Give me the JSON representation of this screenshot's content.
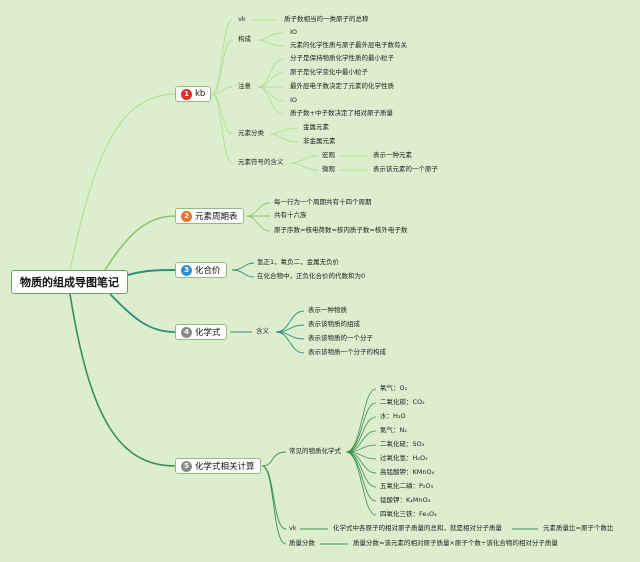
{
  "root": "物质的组成导图笔记",
  "branch1": {
    "num": "1",
    "label": "kb",
    "color": "#d9312b",
    "vk_key": "vk",
    "vk_val": "质子数相当的一类原子的总称",
    "goucheng_key": "构成",
    "goucheng_1": "IO",
    "goucheng_2": "元素的化学性质与原子最外层电子数有关",
    "zhuyi_key": "注意",
    "zhuyi_1": "分子是保持物质化学性质的最小粒子",
    "zhuyi_2": "原子是化学变化中最小粒子",
    "zhuyi_3": "最外层电子数决定了元素的化学性质",
    "zhuyi_4": "IO",
    "zhuyi_5": "质子数+中子数决定了相对原子质量",
    "fenlei_key": "元素分类",
    "fenlei_1": "金属元素",
    "fenlei_2": "非金属元素",
    "fuhao_key": "元素符号的含义",
    "hongguan": "宏观",
    "hongguan_val": "表示一种元素",
    "weiguan": "微观",
    "weiguan_val": "表示该元素的一个原子"
  },
  "branch2": {
    "num": "2",
    "label": "元素周期表",
    "color": "#e8732a",
    "items": [
      "每一行为一个周期共有十四个周期",
      "共有十六族",
      "原子序数=核电荷数=核内质子数=核外电子数"
    ]
  },
  "branch3": {
    "num": "3",
    "label": "化合价",
    "color": "#2d8fd5",
    "items": [
      "氢正1，氧负二，金属无负价",
      "在化合物中，正负化合价的代数和为0"
    ]
  },
  "branch4": {
    "num": "4",
    "label": "化学式",
    "color": "#8a8a8a",
    "key": "含义",
    "items": [
      "表示一种物质",
      "表示该物质的组成",
      "表示该物质的一个分子",
      "表示该物质一个分子的构成"
    ]
  },
  "branch5": {
    "num": "5",
    "label": "化学式相关计算",
    "color": "#8a8a8a",
    "common_key": "常见的物质化学式",
    "formulas": [
      "氧气：O₂",
      "二氧化碳：CO₂",
      "水：H₂O",
      "氮气：N₂",
      "二氧化硫：SO₂",
      "过氧化氢：H₂O₂",
      "高锰酸钾：KMnO₄",
      "五氧化二磷：P₂O₅",
      "锰酸钾：K₂MnO₄",
      "四氧化三铁：Fe₃O₄"
    ],
    "vk_key": "vk",
    "vk_val": "化学式中各原子的相对原子质量的总和，就是相对分子质量",
    "vk_extra": "元素质量比=原子个数比",
    "mass_key": "质量分数",
    "mass_val": "质量分数=该元素的相对原子质量×原子个数÷该化合物的相对分子质量"
  },
  "colors": {
    "background": "#ddeece",
    "wire_light": "#a8d48c",
    "wire_green": "#4f9e4f",
    "wire_teal": "#2f8f7a"
  }
}
